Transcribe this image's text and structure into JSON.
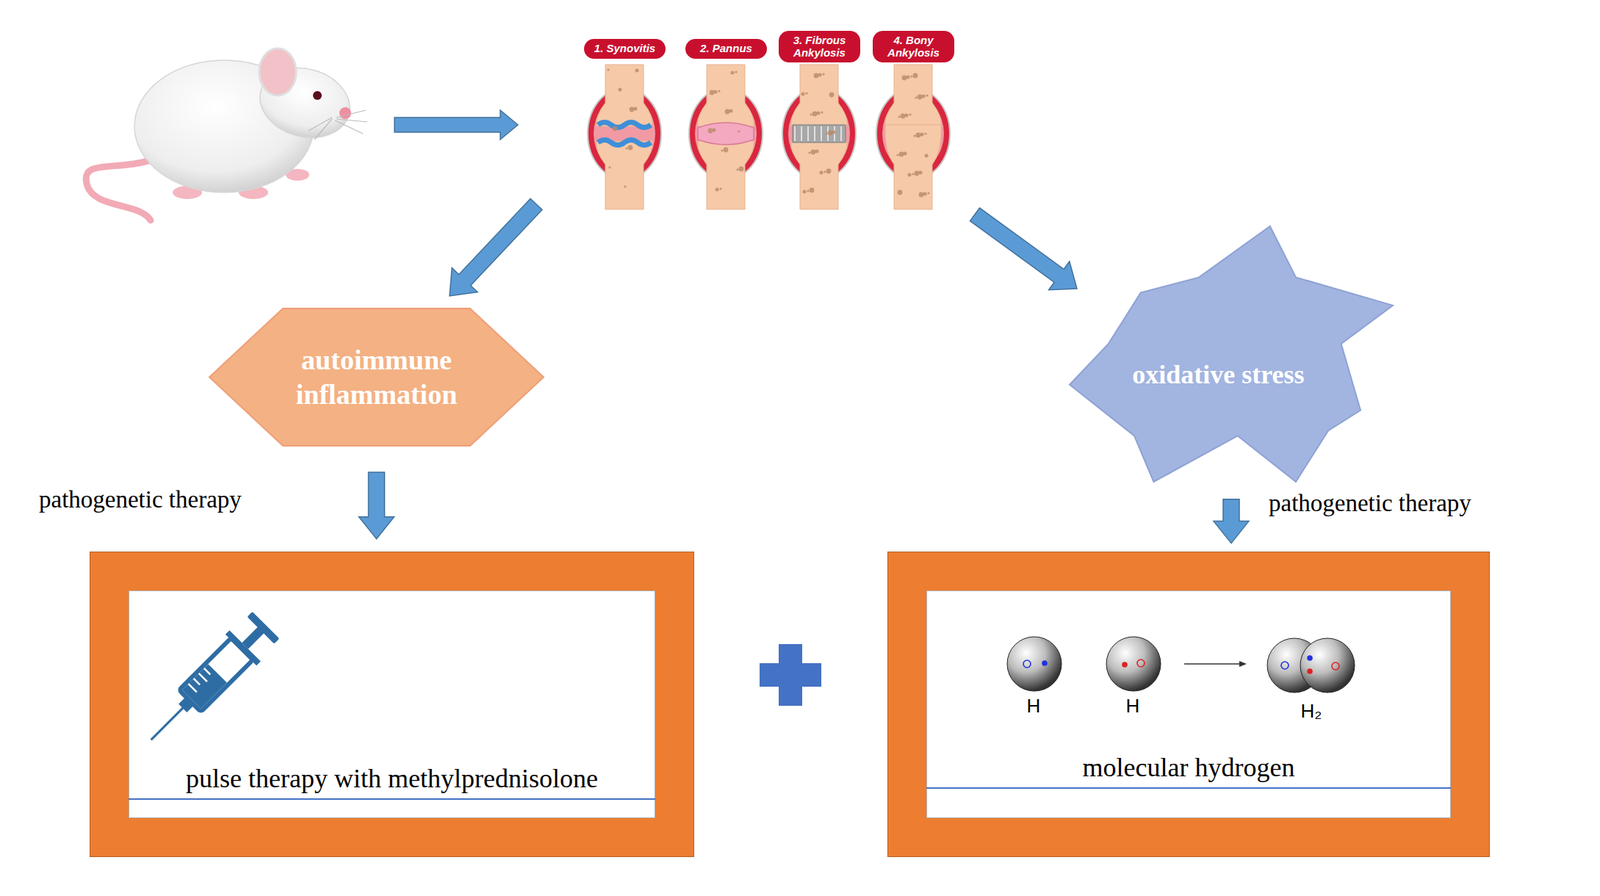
{
  "diagram": {
    "nodes": [
      {
        "text": [
          "1. Synovitis"
        ]
      },
      {
        "text": [
          "2. Pannus"
        ]
      },
      {
        "text": [
          "3. Fibrous Ankylosis"
        ]
      },
      {
        "text": [
          "4. Bony Ankylosis"
        ]
      },
      {
        "text": [
          "autoimmune inflammation"
        ]
      },
      {
        "text": [
          "oxidative stress"
        ]
      },
      {
        "text": [
          "pulse therapy with methylprednisolone"
        ]
      },
      {
        "text": [
          "molecular hydrogen"
        ]
      }
    ],
    "edges": [
      {
        "from": 4,
        "to": 6,
        "arrow": "to"
      },
      {
        "from": 5,
        "to": 7,
        "arrow": "to"
      }
    ],
    "labels": [
      "pathogenetic therapy",
      "pathogenetic therapy",
      "H",
      "H",
      "H₂"
    ]
  }
}
